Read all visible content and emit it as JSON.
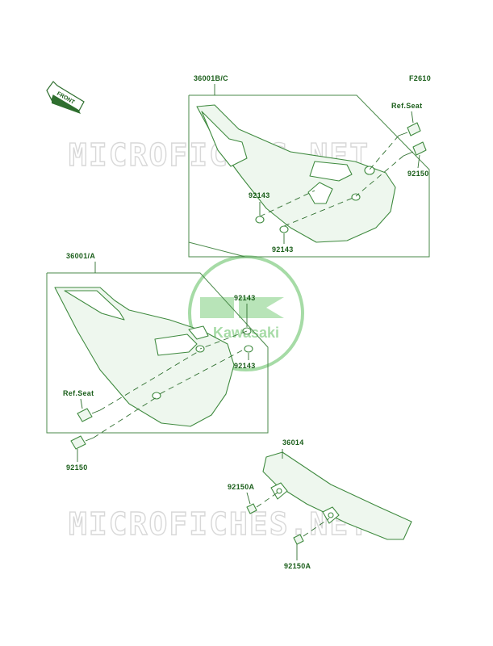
{
  "figure_code": "F2610",
  "front_arrow_label": "FRONT",
  "watermark": {
    "text": "MICROFICHES.NET",
    "logo_text": "Kawasaki",
    "color": "#ccecc8",
    "logo_color": "#5fbf5f"
  },
  "colors": {
    "line": "#2f6f2f",
    "text": "#1a5e1a",
    "part_fill": "#eef7ee"
  },
  "labels": {
    "assy_upper": "36001B/C",
    "assy_lower": "36001/A",
    "chain_cover": "36014",
    "ref_seat_upper": "Ref.Seat",
    "ref_seat_lower": "Ref.Seat",
    "bolt_upper": "92150",
    "bolt_lower": "92150",
    "washer_upper_a": "92143",
    "washer_upper_b": "92143",
    "washer_lower_a": "92143",
    "washer_lower_b": "92143",
    "bolt_chain_a": "92150A",
    "bolt_chain_b": "92150A"
  }
}
